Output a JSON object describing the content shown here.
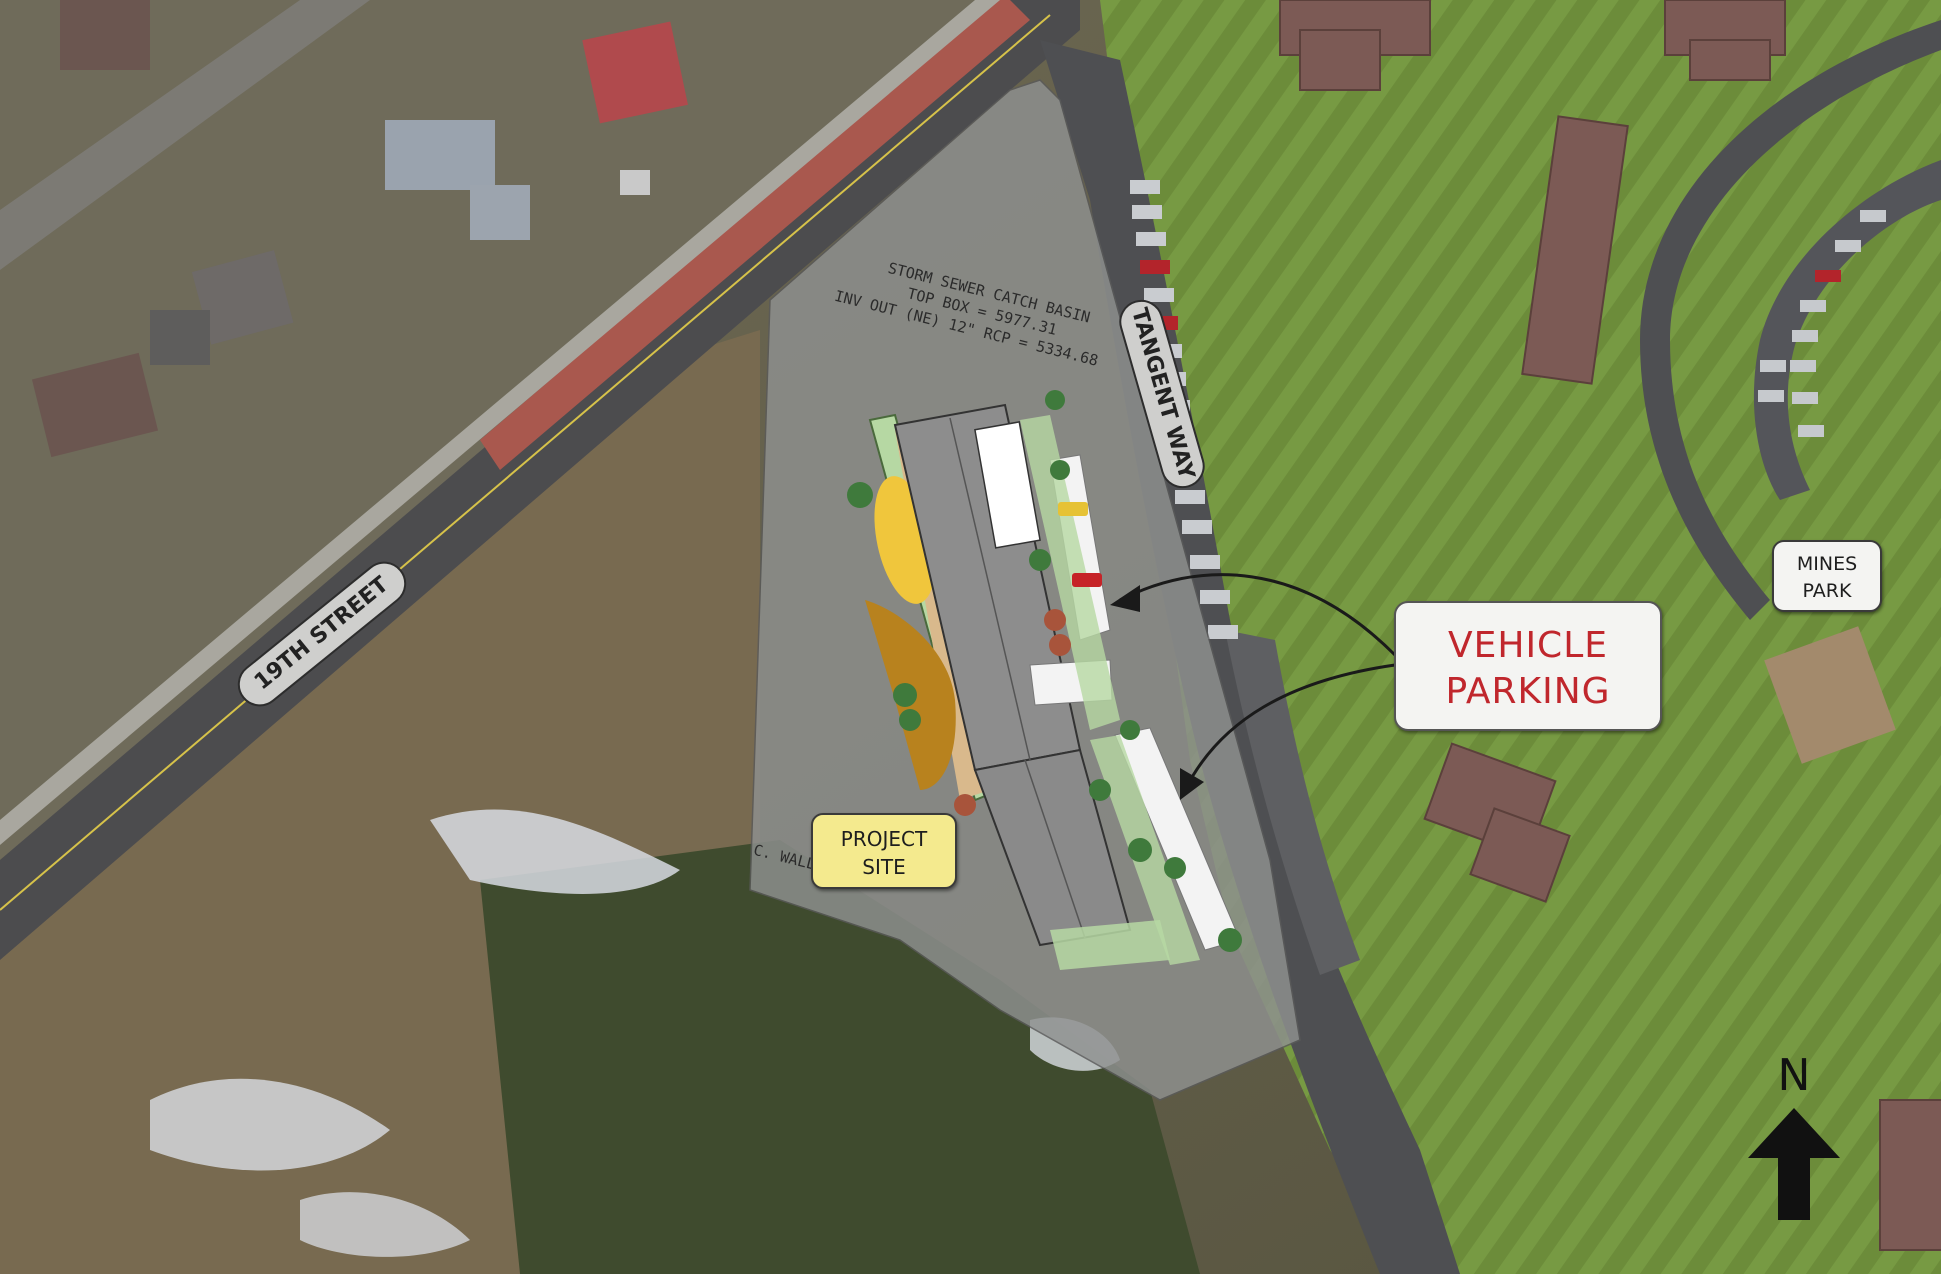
{
  "labels": {
    "street": "19TH STREET",
    "tangent_way": "TANGENT WAY",
    "vehicle_parking_line1": "VEHICLE",
    "vehicle_parking_line2": "PARKING",
    "project_site_line1": "PROJECT",
    "project_site_line2": "SITE",
    "mines_park_line1": "MINES",
    "mines_park_line2": "PARK",
    "north": "N"
  },
  "annotations": {
    "storm_line1": "STORM SEWER CATCH BASIN",
    "storm_line2": "TOP BOX = 5977.31",
    "storm_line3": "INV OUT (NE) 12\" RCP = 5334.68",
    "wall": "C. WALL"
  },
  "colors": {
    "callout_text": "#c0272d",
    "project_site_fill": "#f4ea8e",
    "road": "#4c4c4e",
    "bike_lane": "#a9584e",
    "lawn": "#6e8a3c",
    "building_roof": "#7c5a55",
    "site_overlay": "#8f9190"
  },
  "icons": {
    "north": "north-arrow-icon",
    "callout_arrows": "curved-arrow-icon"
  }
}
